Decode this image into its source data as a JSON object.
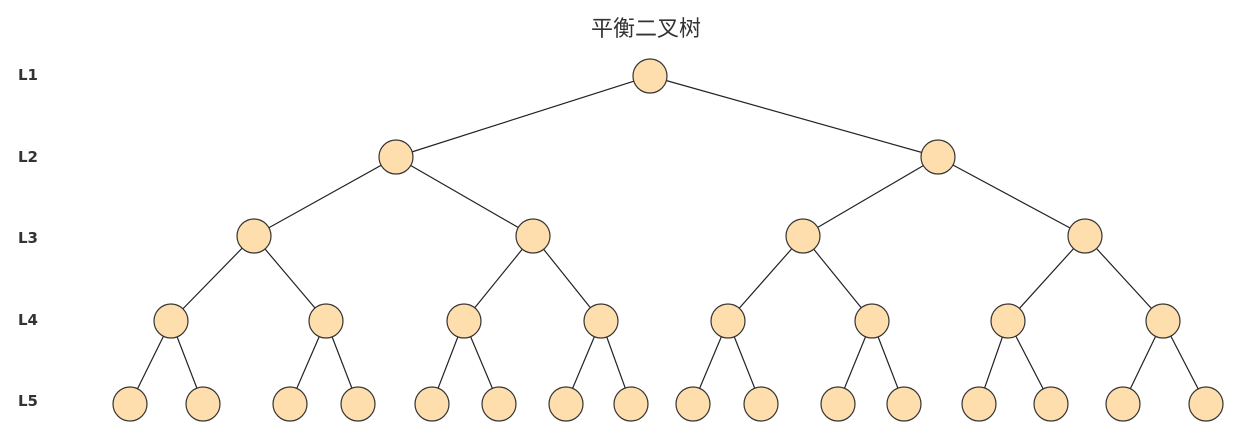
{
  "title": "平衡二叉树",
  "levels": [
    "L1",
    "L2",
    "L3",
    "L4",
    "L5"
  ],
  "colors": {
    "node_fill": "#FFDEAD",
    "node_stroke": "#333333",
    "edge": "#222222"
  },
  "tree": {
    "type": "binary-tree",
    "depth": 5
  }
}
